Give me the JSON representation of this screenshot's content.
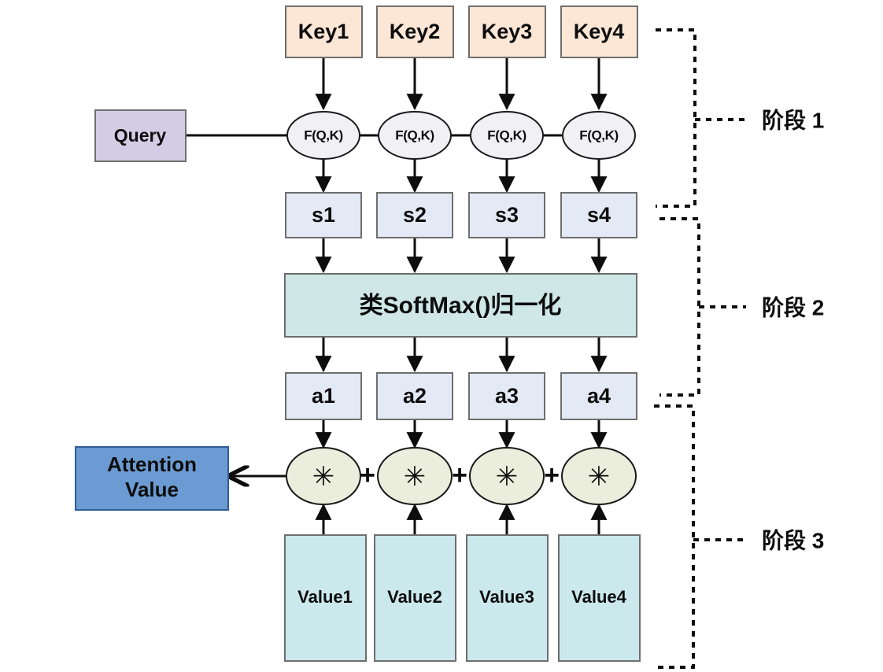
{
  "diagram": {
    "title": "Attention Mechanism Three-Stage Computation",
    "background": "#ffffff"
  },
  "colors": {
    "key_fill": "#FCE6D5",
    "key_stroke": "#6E6E6E",
    "query_fill": "#D4CCE4",
    "query_stroke": "#6E6E6E",
    "fqk_fill": "#F0F0F5",
    "fqk_stroke": "#1A1A1A",
    "score_fill": "#E4EAF5",
    "score_stroke": "#6E6E6E",
    "softmax_fill": "#CFE7E7",
    "softmax_stroke": "#6E6E6E",
    "alpha_fill": "#E4EAF5",
    "alpha_stroke": "#6E6E6E",
    "mult_fill": "#EBEEDC",
    "mult_stroke": "#1A1A1A",
    "value_fill": "#CBE8ED",
    "value_stroke": "#6E6E6E",
    "attention_fill": "#6B9BD2",
    "attention_stroke": "#2F5C96",
    "arrow": "#0d0d0d",
    "bracket": "#0d0d0d",
    "text": "#0d0d0d"
  },
  "keys": [
    {
      "label": "Key1"
    },
    {
      "label": "Key2"
    },
    {
      "label": "Key3"
    },
    {
      "label": "Key4"
    }
  ],
  "query": {
    "label": "Query"
  },
  "similarity": [
    {
      "label": "F(Q,K)"
    },
    {
      "label": "F(Q,K)"
    },
    {
      "label": "F(Q,K)"
    },
    {
      "label": "F(Q,K)"
    }
  ],
  "scores": [
    {
      "label": "s1"
    },
    {
      "label": "s2"
    },
    {
      "label": "s3"
    },
    {
      "label": "s4"
    }
  ],
  "softmax": {
    "label": "类SoftMax()归一化"
  },
  "weights": [
    {
      "label": "a1"
    },
    {
      "label": "a2"
    },
    {
      "label": "a3"
    },
    {
      "label": "a4"
    }
  ],
  "multipliers": [
    {
      "label": "✳"
    },
    {
      "label": "✳"
    },
    {
      "label": "✳"
    },
    {
      "label": "✳"
    }
  ],
  "adders": [
    {
      "label": "+"
    },
    {
      "label": "+"
    },
    {
      "label": "+"
    }
  ],
  "values": [
    {
      "label": "Value1"
    },
    {
      "label": "Value2"
    },
    {
      "label": "Value3"
    },
    {
      "label": "Value4"
    }
  ],
  "attention_output": {
    "label_line1": "Attention",
    "label_line2": "Value"
  },
  "stages": [
    {
      "label": "阶段 1"
    },
    {
      "label": "阶段 2"
    },
    {
      "label": "阶段 3"
    }
  ]
}
